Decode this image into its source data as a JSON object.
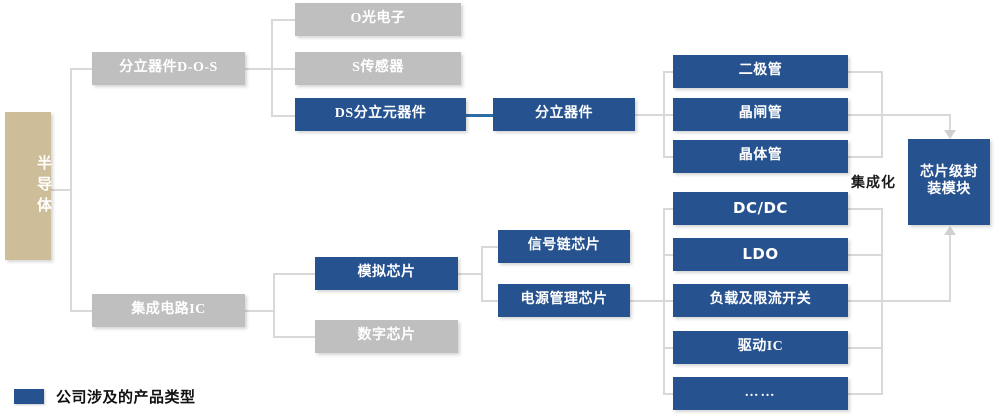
{
  "diagram": {
    "root": {
      "label": "半导体"
    },
    "level1": [
      {
        "label": "分立器件D-O-S",
        "style": "gray"
      },
      {
        "label": "集成电路IC",
        "style": "gray"
      }
    ],
    "discrete_children": [
      {
        "label": "O光电子",
        "style": "gray"
      },
      {
        "label": "S传感器",
        "style": "gray"
      },
      {
        "label": "DS分立元器件",
        "style": "blue"
      }
    ],
    "ic_children": [
      {
        "label": "模拟芯片",
        "style": "blue"
      },
      {
        "label": "数字芯片",
        "style": "gray"
      }
    ],
    "discrete_device": {
      "label": "分立器件",
      "style": "blue"
    },
    "analog_children": [
      {
        "label": "信号链芯片",
        "style": "blue"
      },
      {
        "label": "电源管理芯片",
        "style": "blue"
      }
    ],
    "discrete_leaves": [
      {
        "label": "二极管",
        "style": "blue"
      },
      {
        "label": "晶闸管",
        "style": "blue"
      },
      {
        "label": "晶体管",
        "style": "blue"
      }
    ],
    "power_leaves": [
      {
        "label": "DC/DC",
        "style": "blue"
      },
      {
        "label": "LDO",
        "style": "blue"
      },
      {
        "label": "负载及限流开关",
        "style": "blue"
      },
      {
        "label": "驱动IC",
        "style": "blue"
      },
      {
        "label": "……",
        "style": "blue"
      }
    ],
    "integration_label": "集成化",
    "module": {
      "label": "芯片级封装模块",
      "style": "blue"
    }
  },
  "legend": {
    "swatch_color": "#26528f",
    "text": "公司涉及的产品类型"
  },
  "colors": {
    "blue": "#26528f",
    "gray": "#bfbfbf",
    "tan": "#cdbe99",
    "connector": "#d9d9d9",
    "blue_connector": "#2e6da4"
  }
}
